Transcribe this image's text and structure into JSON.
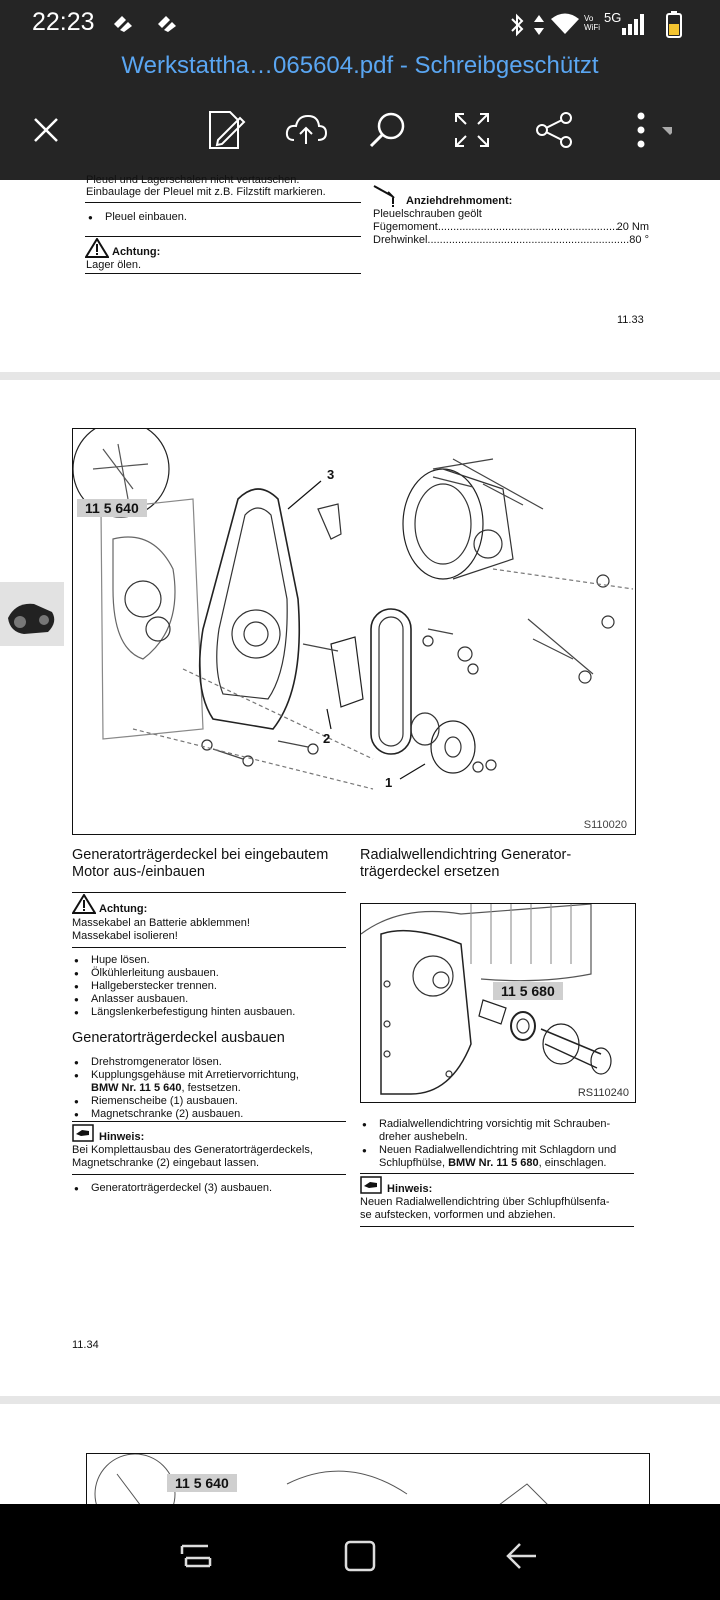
{
  "status_bar": {
    "time": "22:23",
    "network": "5G",
    "wifi_label_1": "Vo",
    "wifi_label_2": "WiFi"
  },
  "toolbar": {
    "title": "Werkstattha…065604.pdf - Schreibgeschützt",
    "buttons": [
      "close-icon",
      "edit-icon",
      "cloud-upload-icon",
      "search-icon",
      "fullscreen-icon",
      "share-icon",
      "more-icon"
    ]
  },
  "page1": {
    "cut_line1": "Pleuel und Lagerschalen nicht vertauschen.",
    "cut_line2": "Einbaulage der Pleuel mit z.B. Filzstift markieren.",
    "bullet1": "Pleuel einbauen.",
    "warning_title": "Achtung:",
    "warning_text": "Lager ölen.",
    "torque_title": "Anziehdrehmoment:",
    "torque_sub": "Pleuelschrauben geölt",
    "torque_row1_label": "Fügemoment",
    "torque_row1_value": "20 Nm",
    "torque_row2_label": "Drehwinkel",
    "torque_row2_value": "80 °",
    "page_number": "11.33"
  },
  "page2": {
    "figure1": {
      "tool_label": "11 5 640",
      "callout_1": "1",
      "callout_2": "2",
      "callout_3": "3",
      "code": "S110020"
    },
    "left_title_line1": "Generatorträgerdeckel bei eingebautem",
    "left_title_line2": "Motor aus-/einbauen",
    "warning_title": "Achtung:",
    "warning_line1": "Massekabel an Batterie abklemmen!",
    "warning_line2": "Massekabel isolieren!",
    "steps": [
      "Hupe lösen.",
      "Ölkühlerleitung ausbauen.",
      "Hallgeberstecker trennen.",
      "Anlasser ausbauen.",
      "Längslenkerbefestigung hinten ausbauen."
    ],
    "section2_title": "Generatorträgerdeckel ausbauen",
    "s2_step1": "Drehstromgenerator lösen.",
    "s2_step2_a": "Kupplungsgehäuse mit Arretiervorrichtung,",
    "s2_step2_b_bold": "BMW Nr. 11 5 640",
    "s2_step2_b_rest": ", festsetzen.",
    "s2_step3": "Riemenscheibe (1) ausbauen.",
    "s2_step4": "Magnetschranke (2) ausbauen.",
    "hint_title": "Hinweis:",
    "hint_line1": "Bei Komplettausbau des Generatorträgerdeckels,",
    "hint_line2": "Magnetschranke (2) eingebaut lassen.",
    "s2_step5": "Generatorträgerdeckel (3) ausbauen.",
    "right_title_line1": "Radialwellendichtring Generator-",
    "right_title_line2": "trägerdeckel ersetzen",
    "figure2": {
      "tool_label": "11 5 680",
      "code": "RS110240"
    },
    "r_step1_a": "Radialwellendichtring vorsichtig mit Schrauben-",
    "r_step1_b": "dreher aushebeln.",
    "r_step2_a": "Neuen Radialwellendichtring mit Schlagdorn und",
    "r_step2_b": "Schlupfhülse, ",
    "r_step2_bold": "BMW Nr. 11 5 680",
    "r_step2_end": ", einschlagen.",
    "r_hint_title": "Hinweis:",
    "r_hint_line1": "Neuen Radialwellendichtring über Schlupfhülsenfa-",
    "r_hint_line2": "se aufstecken, vorformen und abziehen.",
    "page_number": "11.34"
  },
  "page3": {
    "tool_label": "11 5 640"
  },
  "navbar": {
    "buttons": [
      "recent-apps-icon",
      "home-icon",
      "back-icon"
    ]
  }
}
